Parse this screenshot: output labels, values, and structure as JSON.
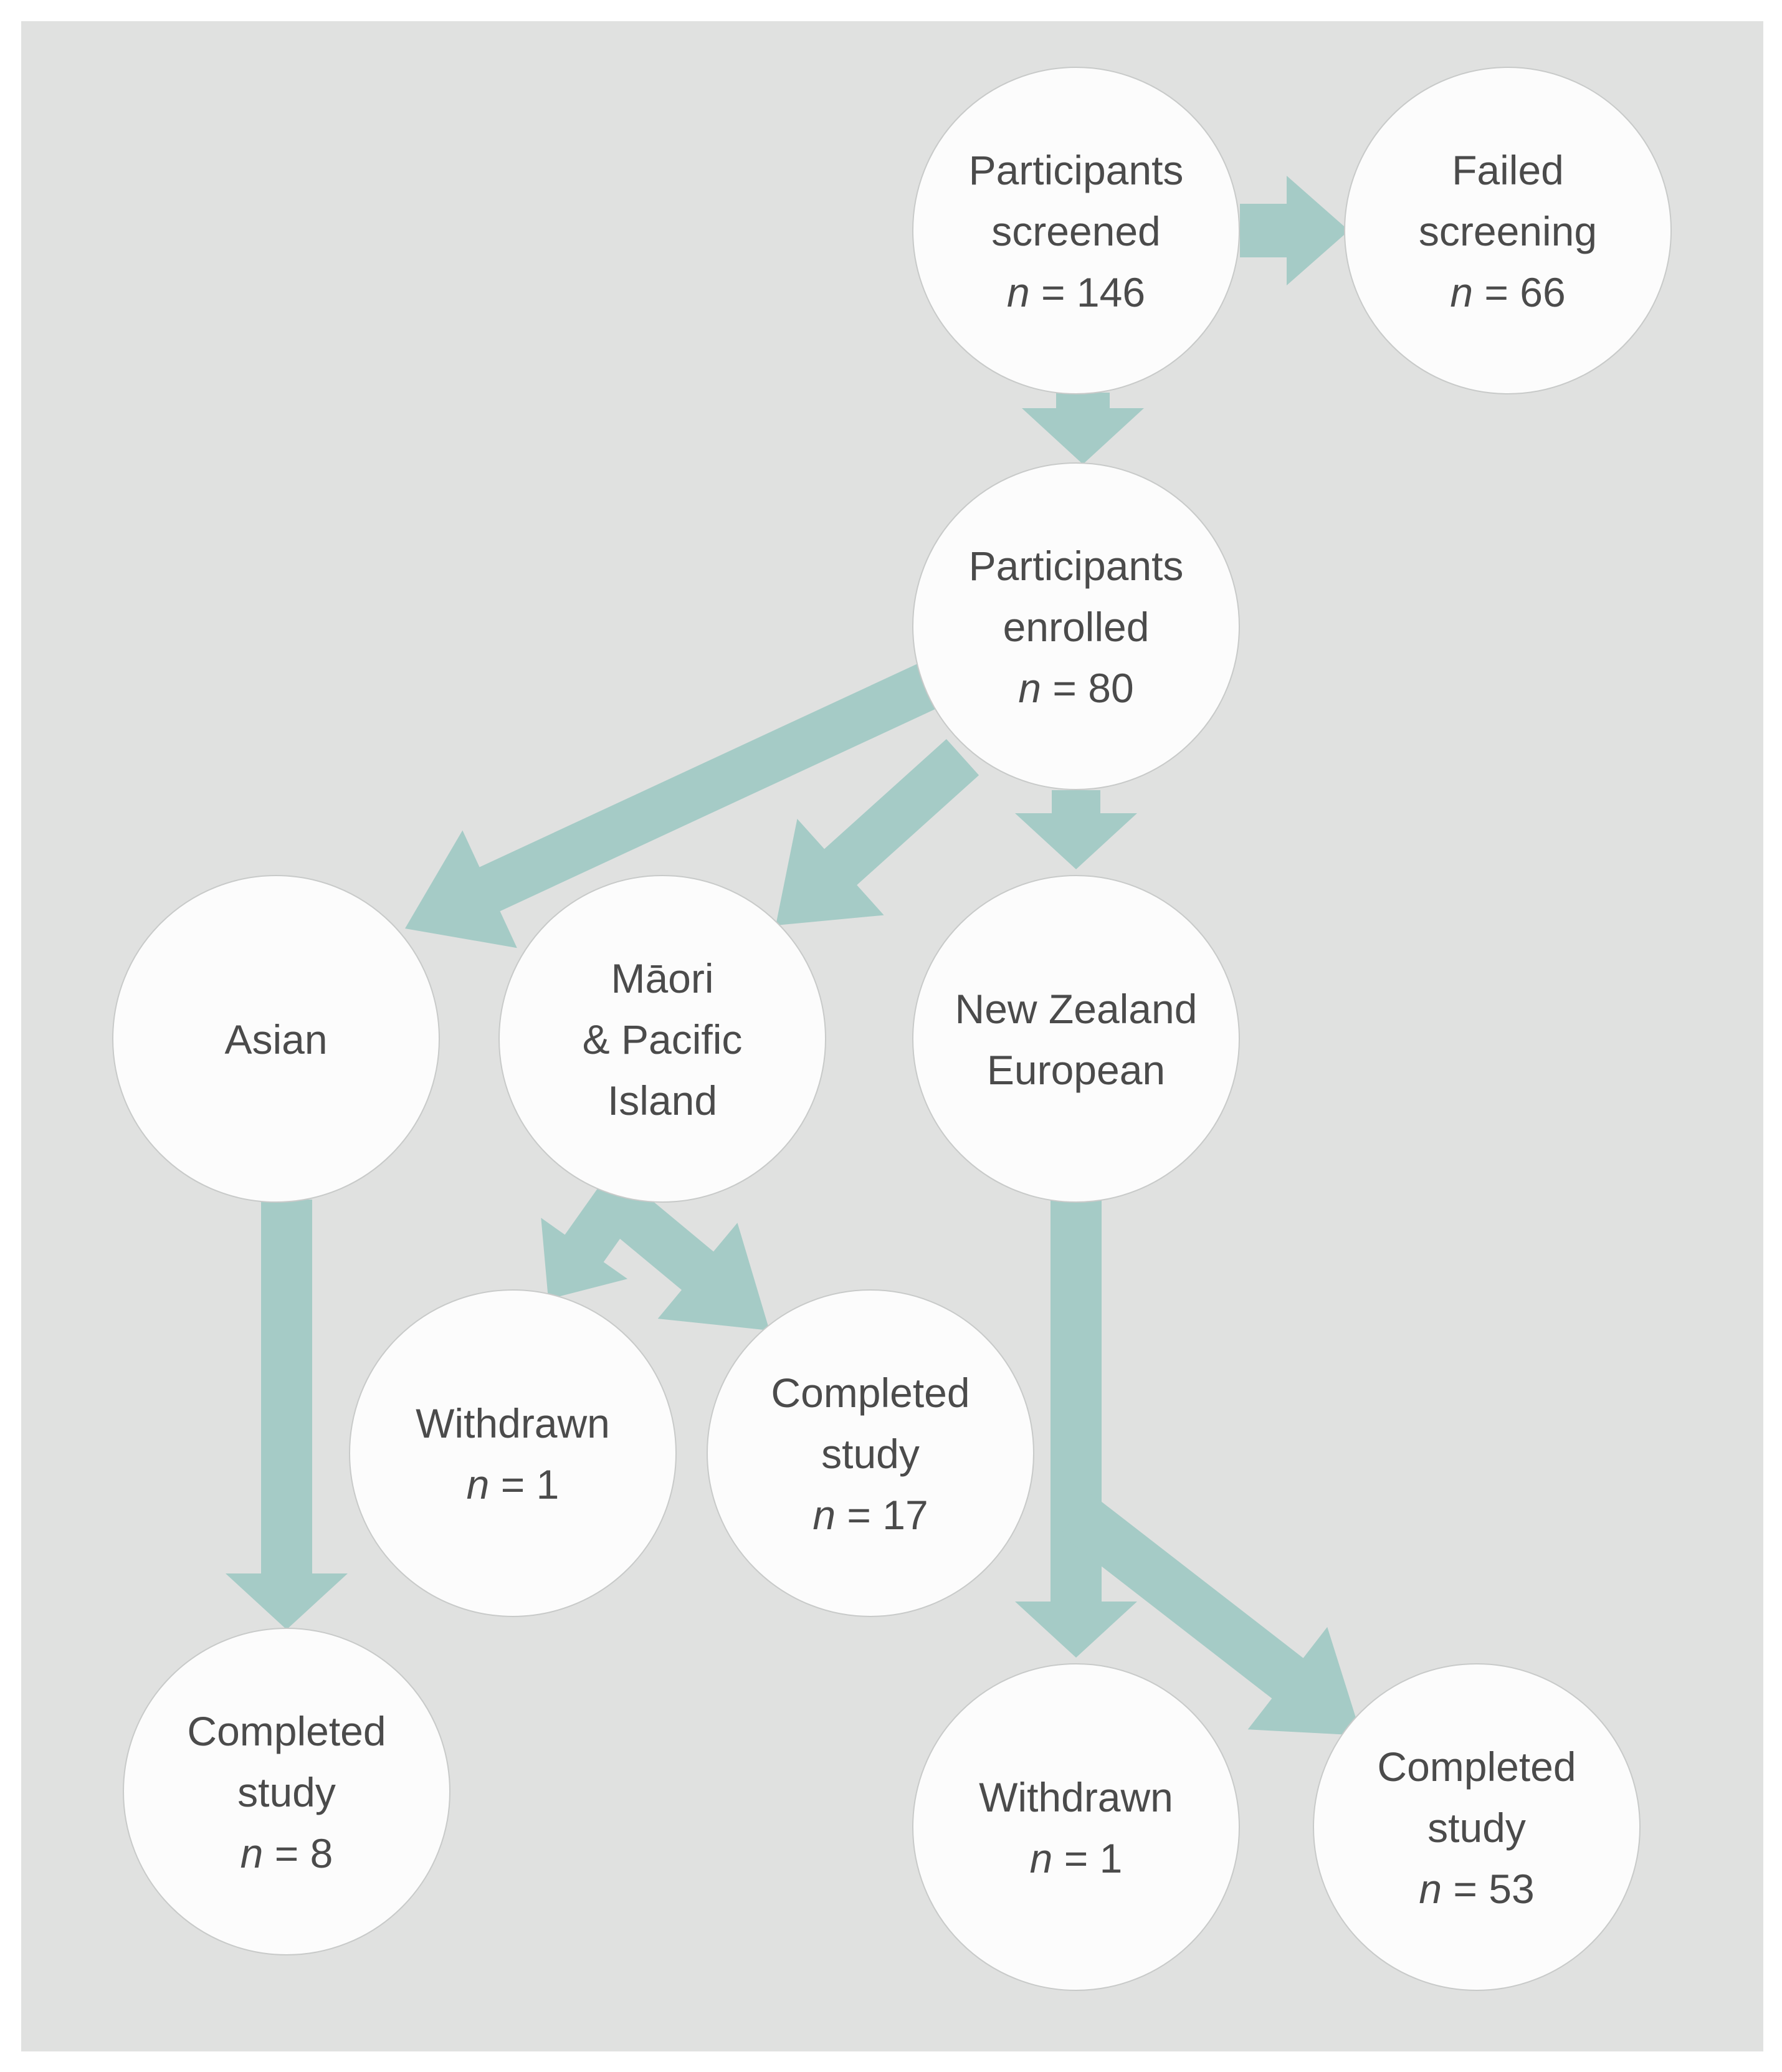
{
  "diagram": {
    "nodes": [
      {
        "id": "screened",
        "lines": [
          "Participants",
          "screened"
        ],
        "n": "146"
      },
      {
        "id": "failed",
        "lines": [
          "Failed",
          "screening"
        ],
        "n": "66"
      },
      {
        "id": "enrolled",
        "lines": [
          "Participants",
          "enrolled"
        ],
        "n": "80"
      },
      {
        "id": "asian",
        "lines": [
          "Asian"
        ],
        "n": null
      },
      {
        "id": "maori",
        "lines": [
          "Māori",
          "& Pacific",
          "Island"
        ],
        "n": null
      },
      {
        "id": "nze",
        "lines": [
          "New Zealand",
          "European"
        ],
        "n": null
      },
      {
        "id": "maori-withdrawn",
        "lines": [
          "Withdrawn"
        ],
        "n": "1"
      },
      {
        "id": "maori-completed",
        "lines": [
          "Completed",
          "study"
        ],
        "n": "17"
      },
      {
        "id": "asian-completed",
        "lines": [
          "Completed",
          "study"
        ],
        "n": "8"
      },
      {
        "id": "nze-withdrawn",
        "lines": [
          "Withdrawn"
        ],
        "n": "1"
      },
      {
        "id": "nze-completed",
        "lines": [
          "Completed",
          "study"
        ],
        "n": "53"
      }
    ],
    "edges": [
      {
        "from": "screened",
        "to": "failed"
      },
      {
        "from": "screened",
        "to": "enrolled"
      },
      {
        "from": "enrolled",
        "to": "asian"
      },
      {
        "from": "enrolled",
        "to": "maori"
      },
      {
        "from": "enrolled",
        "to": "nze"
      },
      {
        "from": "asian",
        "to": "asian-completed"
      },
      {
        "from": "maori",
        "to": "maori-withdrawn"
      },
      {
        "from": "maori",
        "to": "maori-completed"
      },
      {
        "from": "nze",
        "to": "nze-withdrawn"
      },
      {
        "from": "nze",
        "to": "nze-completed"
      }
    ],
    "n_prefix": "n",
    "n_equals": " = ",
    "colors": {
      "background": "#e0e1e0",
      "arrow": "#a5cbc6",
      "node_fill": "#fcfcfc",
      "node_stroke": "#c8cac9",
      "text": "#4b4b4b"
    }
  }
}
